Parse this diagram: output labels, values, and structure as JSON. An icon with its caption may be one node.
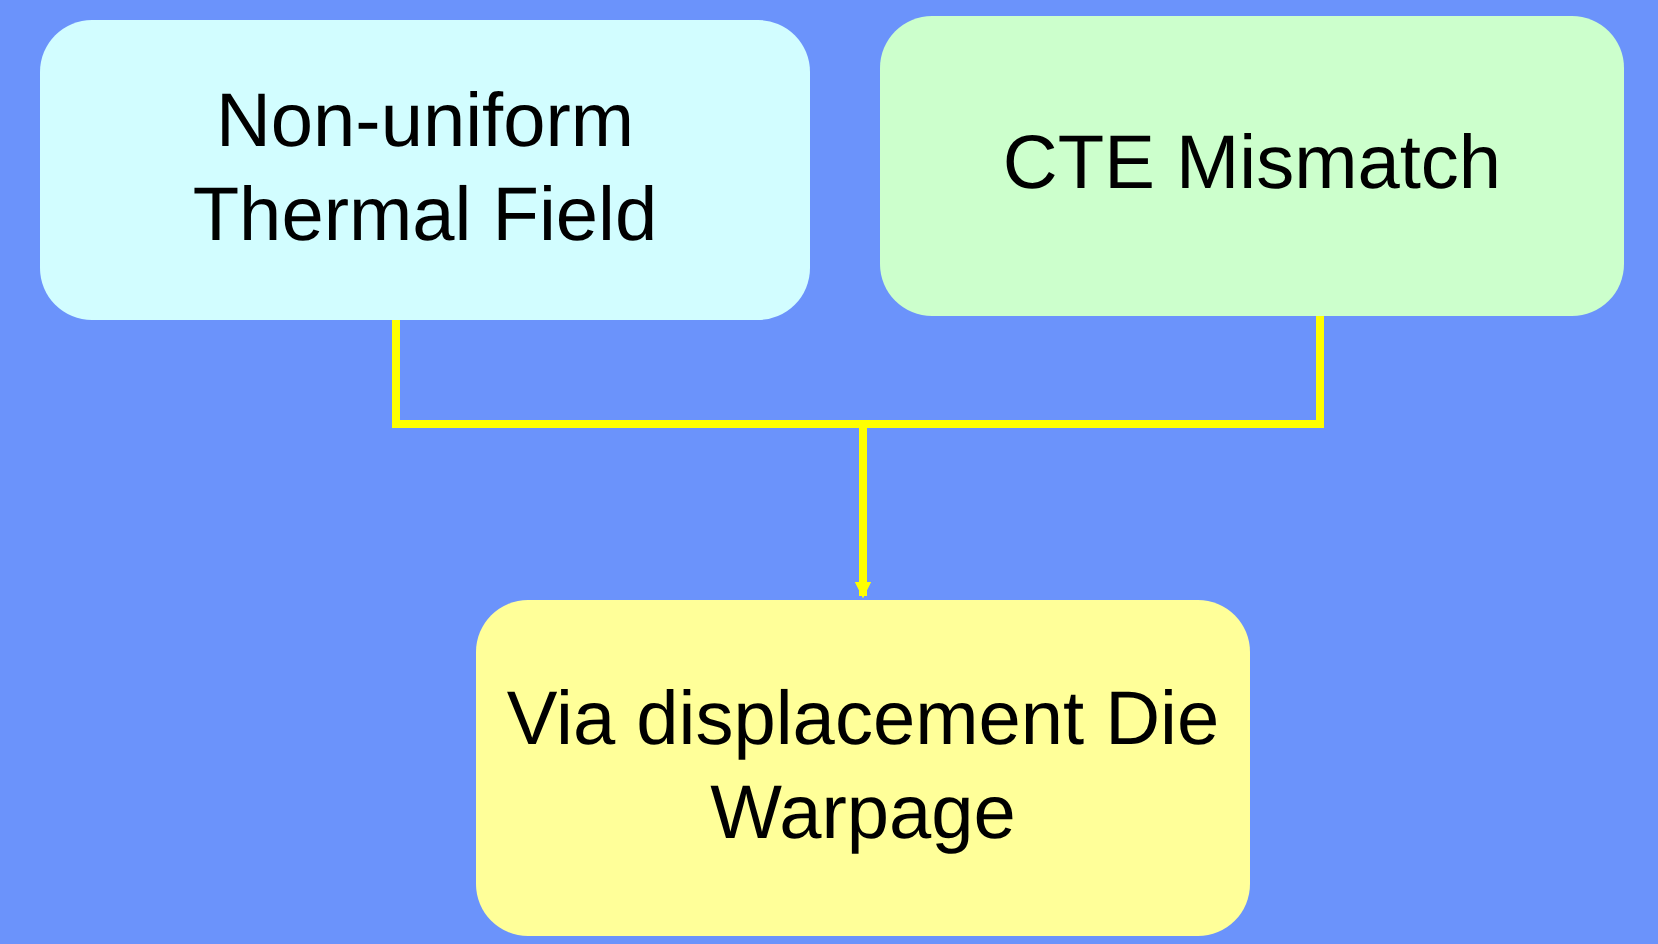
{
  "diagram": {
    "nodes": [
      {
        "text": [
          "Non-uniform Thermal Field"
        ]
      },
      {
        "text": [
          "CTE Mismatch"
        ]
      },
      {
        "text": [
          "Via displacement Die Warpage"
        ]
      }
    ],
    "edges": [
      {
        "from": 0,
        "to": 2,
        "arrow": "to"
      },
      {
        "from": 1,
        "to": 2,
        "arrow": "to"
      }
    ]
  }
}
